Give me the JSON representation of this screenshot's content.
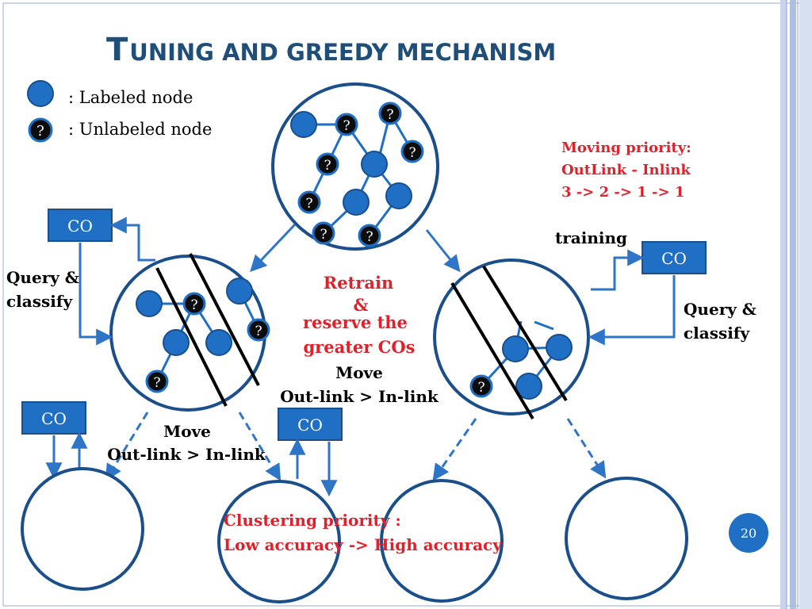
{
  "title": {
    "cap": "T",
    "rest": "UNING AND GREEDY MECHANISM"
  },
  "legend": {
    "labeled": ": Labeled node",
    "unlabeled": ": Unlabeled node",
    "unlabeled_mark": "?"
  },
  "node_mark": "?",
  "co_label": "CO",
  "moving_priority": {
    "line1": "Moving priority:",
    "line2": "OutLink - Inlink",
    "line3": "3 -> 2 -> 1 -> 1"
  },
  "training": "training",
  "retrain": {
    "line1": "Retrain",
    "line2": "&",
    "line3": "reserve the",
    "line4": "greater COs"
  },
  "move_center": {
    "line1": "Move",
    "line2": "Out-link > In-link"
  },
  "move_left": {
    "line1": "Move",
    "line2": "Out-link > In-link"
  },
  "query_left": {
    "line1": "Query &",
    "line2": "classify"
  },
  "query_right": {
    "line1": "Query &",
    "line2": "classify"
  },
  "clustering": {
    "line1": "Clustering priority :",
    "line2": "Low accuracy -> High accuracy"
  },
  "page_number": "20",
  "colors": {
    "title": "#1f4e79",
    "node_fill": "#1f6fc5",
    "node_stroke": "#1a4f8c",
    "circle_stroke": "#1a4f8c",
    "red_text": "#e0202a",
    "co_fill": "#1f6fc5",
    "arrow": "#2e75c8",
    "margin_stripe": "#b7c8e6"
  }
}
